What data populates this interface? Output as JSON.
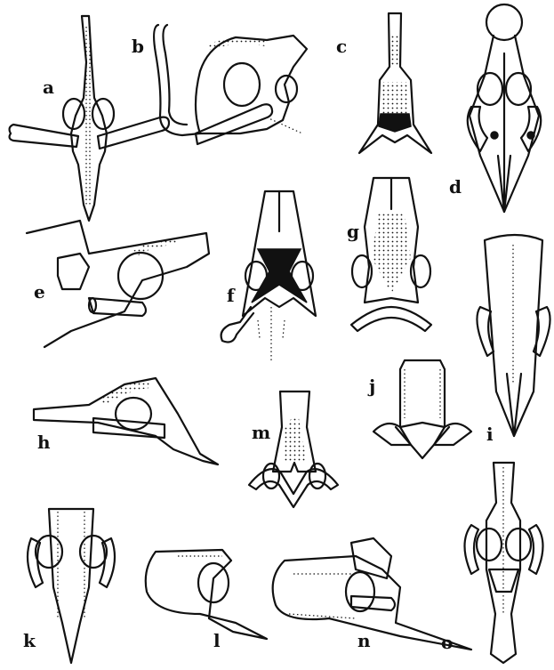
{
  "figure": {
    "labels": [
      "a",
      "b",
      "c",
      "d",
      "e",
      "f",
      "g",
      "h",
      "i",
      "j",
      "k",
      "l",
      "m",
      "n",
      "o"
    ]
  }
}
